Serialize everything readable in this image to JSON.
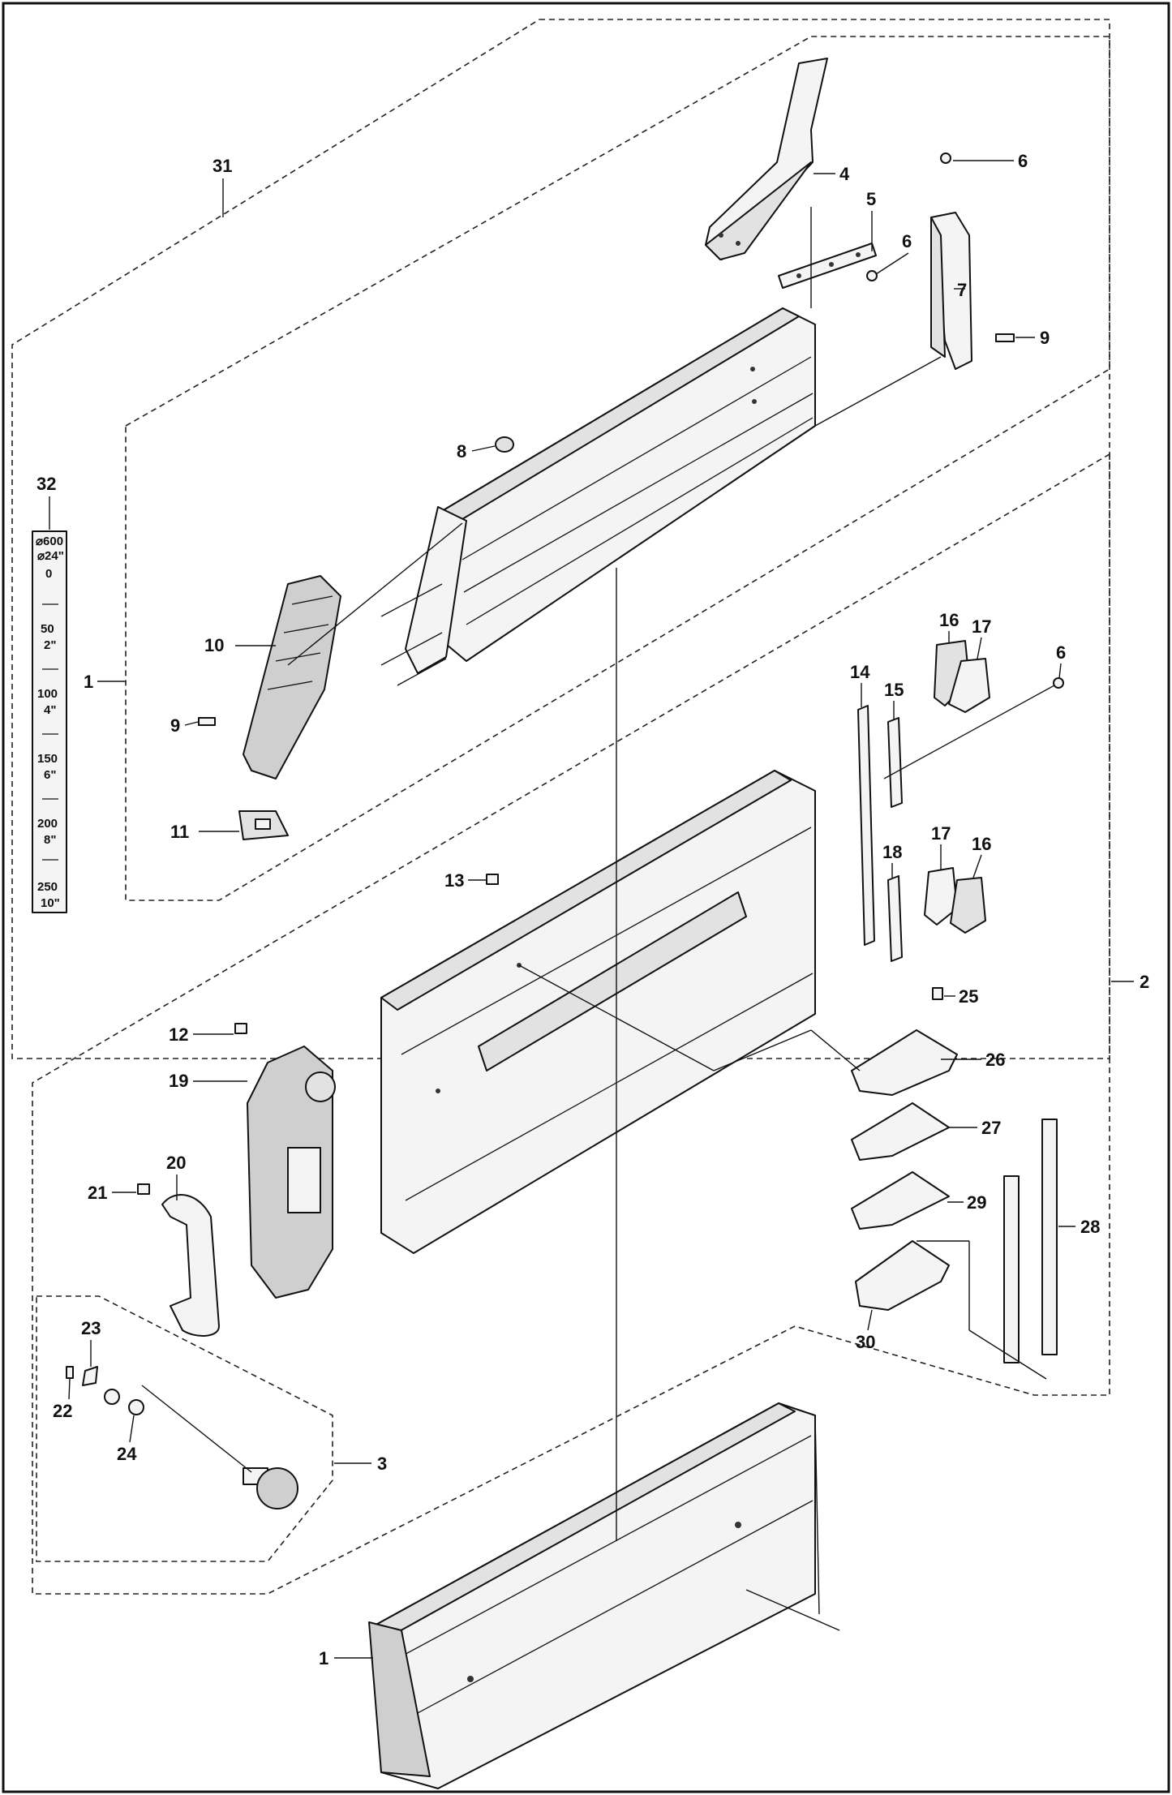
{
  "callouts": {
    "c31": "31",
    "c4": "4",
    "c5": "5",
    "c6a": "6",
    "c6b": "6",
    "c7": "7",
    "c9a": "9",
    "c8": "8",
    "c32": "32",
    "c10": "10",
    "c1a": "1",
    "c9b": "9",
    "c11": "11",
    "c16a": "16",
    "c17a": "17",
    "c6c": "6",
    "c14": "14",
    "c15": "15",
    "c17b": "17",
    "c16b": "16",
    "c18": "18",
    "c13": "13",
    "c2": "2",
    "c25": "25",
    "c12": "12",
    "c26": "26",
    "c19": "19",
    "c27": "27",
    "c20": "20",
    "c21": "21",
    "c29": "29",
    "c28": "28",
    "c23": "23",
    "c30": "30",
    "c22": "22",
    "c24": "24",
    "c3": "3",
    "c1b": "1"
  },
  "scale_label": {
    "diameter_mm": "⌀600",
    "diameter_in": "⌀24\"",
    "zero": "0",
    "marks": [
      {
        "mm": "50",
        "in": "2\""
      },
      {
        "mm": "100",
        "in": "4\""
      },
      {
        "mm": "150",
        "in": "6\""
      },
      {
        "mm": "200",
        "in": "8\""
      },
      {
        "mm": "250",
        "in": "10\""
      }
    ]
  }
}
